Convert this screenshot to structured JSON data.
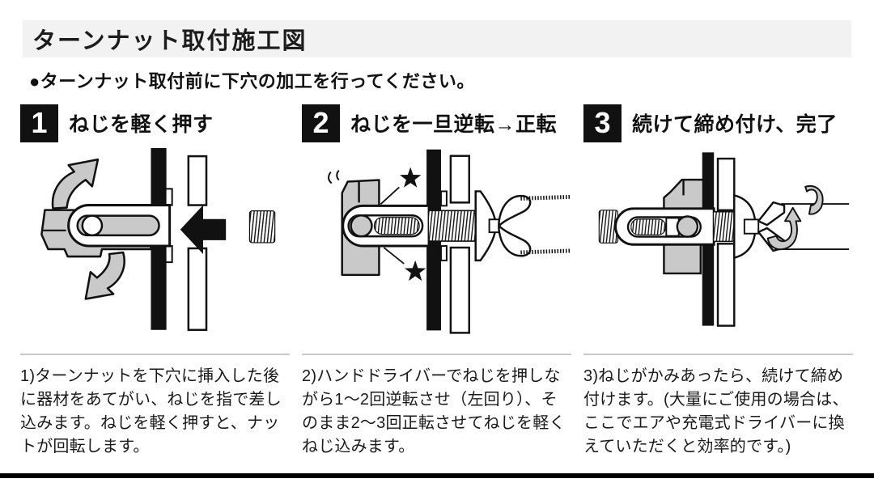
{
  "page": {
    "title": "ターンナット取付施工図",
    "note": "●ターンナット取付前に下穴の加工を行ってください。"
  },
  "steps": [
    {
      "number": "1",
      "title": "ねじを軽く押す",
      "description": "1)ターンナットを下穴に挿入した後に器材をあてがい、ねじを指で差し込みます。ねじを軽く押すと、ナットが回転します。"
    },
    {
      "number": "2",
      "title": "ねじを一旦逆転→正転",
      "description": "2)ハンドドライバーでねじを押しながら1～2回逆転させ（左回り）、そのまま2～3回正転させてねじを軽くねじ込みます。"
    },
    {
      "number": "3",
      "title": "続けて締め付け、完了",
      "description": "3)ねじがかみあったら、続けて締め付けます。(大量にご使用の場合は、ここでエアや充電式ドライバーに換えていただくと効率的です。)"
    }
  ],
  "icons": {
    "star": "★",
    "push-arrow": "◀",
    "rotation-arrow": "↻"
  },
  "colors": {
    "title_bar_bg": "#f2f2f2",
    "badge_bg": "#111111",
    "badge_text": "#ffffff",
    "illustration_gray": "#c9c9c9",
    "line_black": "#111111",
    "divider_gray": "#c9c9c9"
  }
}
